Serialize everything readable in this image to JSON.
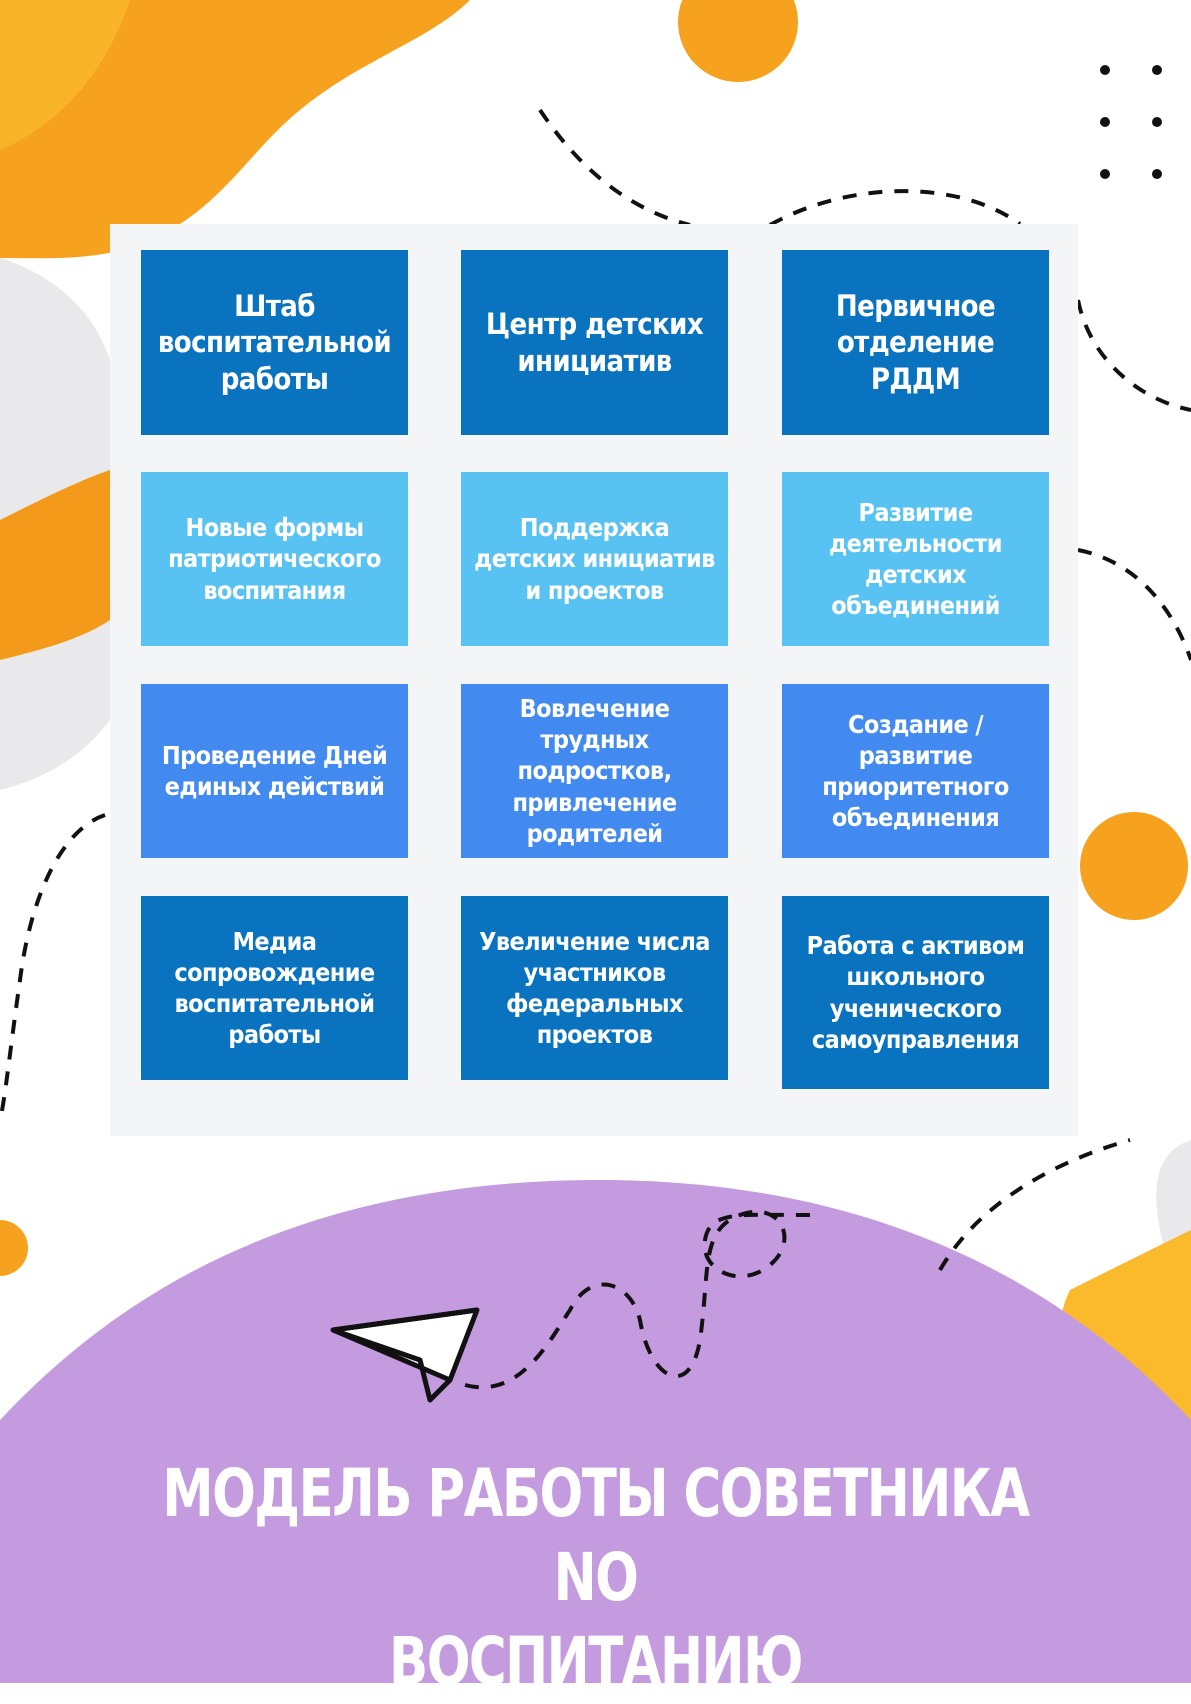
{
  "colors": {
    "dark_blue": "#0a73bf",
    "light_blue": "#58c2f2",
    "medium_blue": "#4289f0",
    "purple": "#c59be0",
    "orange": "#f6a21e"
  },
  "grid": {
    "tiles": [
      {
        "lines": [
          "Штаб",
          "воспитательной",
          "работы"
        ]
      },
      {
        "lines": [
          "Центр детских",
          "инициатив"
        ]
      },
      {
        "lines": [
          "Первичное",
          "отделение",
          "РДДМ"
        ]
      },
      {
        "lines": [
          "Новые формы",
          "патриотического",
          "воспитания"
        ]
      },
      {
        "lines": [
          "Поддержка",
          "детских инициатив",
          "и проектов"
        ]
      },
      {
        "lines": [
          "Развитие",
          "деятельности",
          "детских",
          "объединений"
        ]
      },
      {
        "lines": [
          "Проведение Дней",
          "единых действий"
        ]
      },
      {
        "lines": [
          "Вовлечение трудных",
          "подростков,",
          "привлечение",
          "родителей"
        ]
      },
      {
        "lines": [
          "Создание / развитие",
          "приоритетного",
          "объединения"
        ]
      },
      {
        "lines": [
          "Медиа",
          "сопровождение",
          "воспитательной",
          "работы"
        ]
      },
      {
        "lines": [
          "Увеличение числа",
          "участников",
          "федеральных",
          "проектов"
        ]
      },
      {
        "lines": [
          "Работа с активом",
          "школьного",
          "ученического",
          "самоуправления"
        ]
      }
    ]
  },
  "footer": {
    "title_lines": [
      "МОДЕЛЬ РАБОТЫ СОВЕТНИКА NO",
      "ВОСПИТАНИЮ"
    ]
  },
  "icons": {
    "plane": "paper-plane-icon"
  }
}
